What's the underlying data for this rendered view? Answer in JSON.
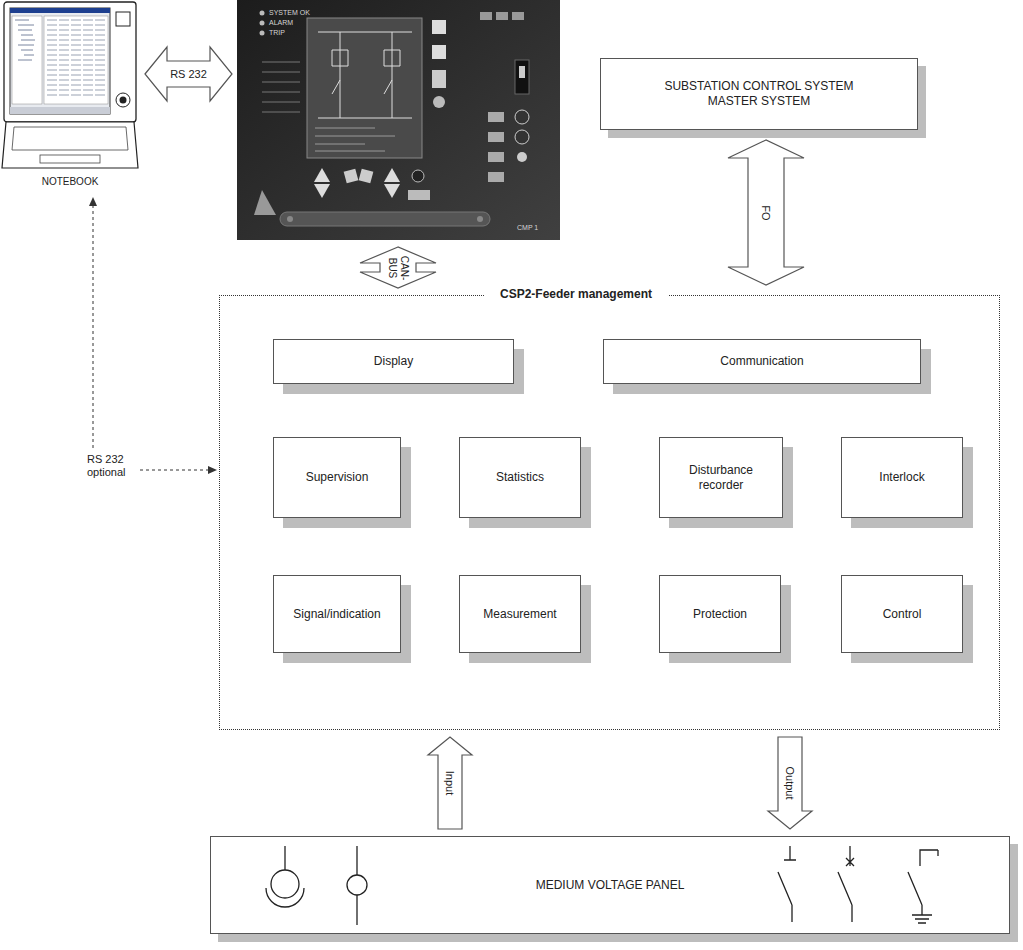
{
  "diagram": {
    "nodes": [
      {
        "text": [
          "NOTEBOOK"
        ]
      },
      {
        "text": [
          "SYSTEM OK",
          "ALARM",
          "TRIP",
          "CMP 1"
        ]
      },
      {
        "text": [
          "SUBSTATION CONTROL SYSTEM MASTER SYSTEM"
        ]
      },
      {
        "text": [
          "CSP2-Feeder management"
        ]
      },
      {
        "text": [
          "Display"
        ],
        "in": 3
      },
      {
        "text": [
          "Communication"
        ],
        "in": 3
      },
      {
        "text": [
          "Supervision"
        ],
        "in": 3
      },
      {
        "text": [
          "Statistics"
        ],
        "in": 3
      },
      {
        "text": [
          "Disturbance recorder"
        ],
        "in": 3
      },
      {
        "text": [
          "Interlock"
        ],
        "in": 3
      },
      {
        "text": [
          "Signal/indication"
        ],
        "in": 3
      },
      {
        "text": [
          "Measurement"
        ],
        "in": 3
      },
      {
        "text": [
          "Protection"
        ],
        "in": 3
      },
      {
        "text": [
          "Control"
        ],
        "in": 3
      },
      {
        "text": [
          "MEDIUM VOLTAGE PANEL"
        ]
      }
    ],
    "edges": [
      {
        "from": 0,
        "to": 1,
        "label": "RS 232",
        "arrow": "both"
      },
      {
        "from": 1,
        "to": 3,
        "label": "CAN- BUS",
        "arrow": "both"
      },
      {
        "from": 2,
        "to": 3,
        "label": "FO",
        "arrow": "both"
      },
      {
        "from": 0,
        "to": 3,
        "label": "RS 232 optional",
        "arrow": "both"
      },
      {
        "from": 14,
        "to": 3,
        "label": "Input",
        "arrow": "to"
      },
      {
        "from": 3,
        "to": 14,
        "label": "Output",
        "arrow": "to"
      }
    ]
  }
}
